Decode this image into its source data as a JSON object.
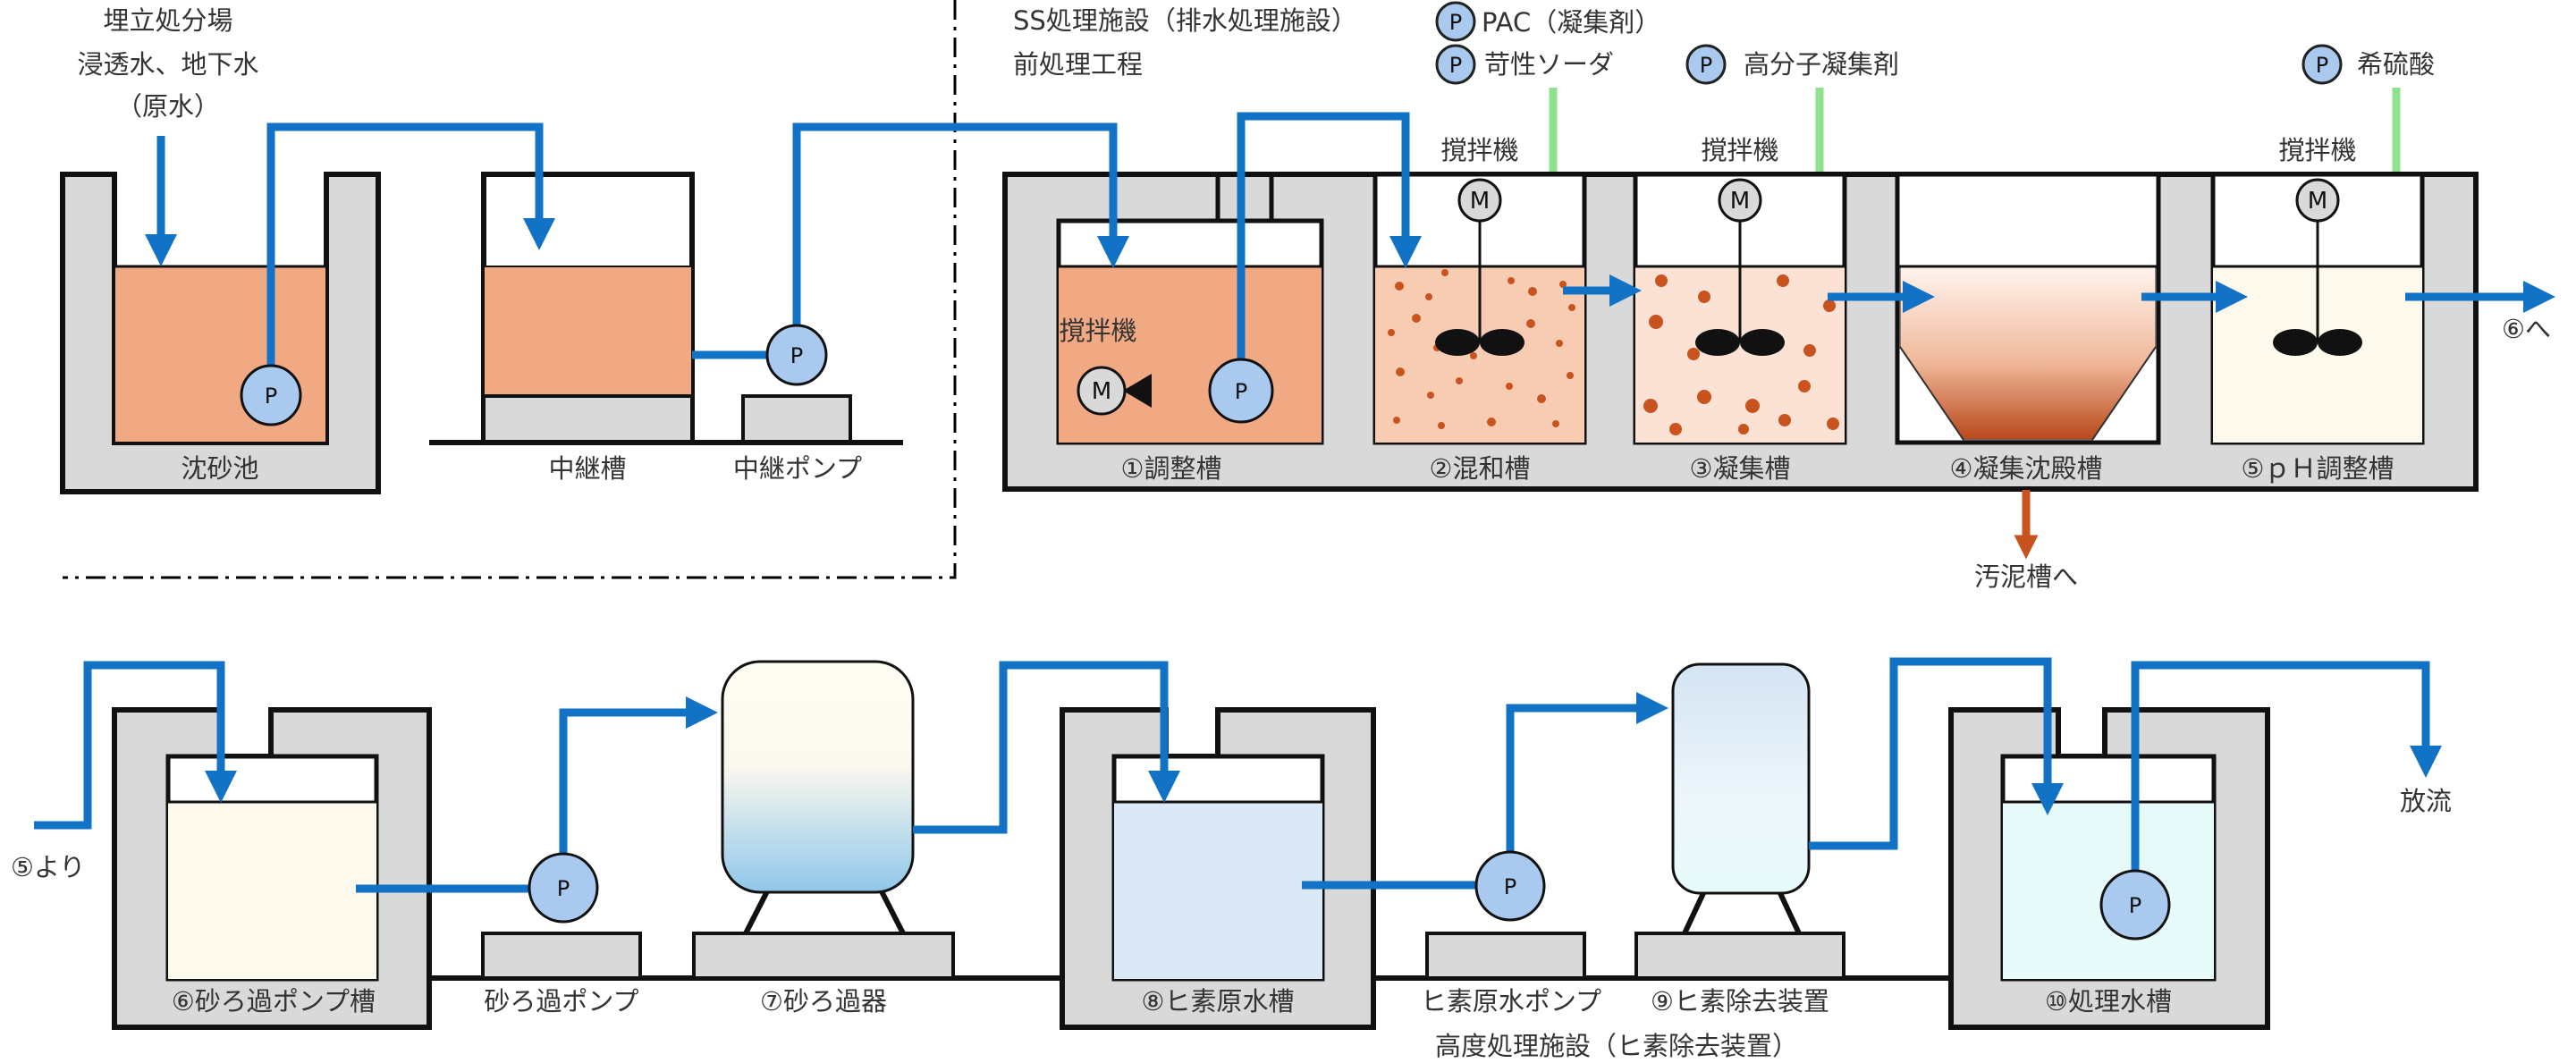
{
  "colors": {
    "pipe": "#1273c6",
    "chemical_arrow": "#8fe08f",
    "sludge_arrow": "#c8531f",
    "wall": "#d9d9d9",
    "water_raw": "#f1a983",
    "pump_fill": "#a9c9ef",
    "motor_fill": "#d9d9d9"
  },
  "header": {
    "landfill_line1": "埋立処分場",
    "landfill_line2": "浸透水、地下水",
    "landfill_line3": "（原水）",
    "ss_line1": "SS処理施設（排水処理施設）",
    "ss_line2": "前処理工程"
  },
  "chemicals": {
    "pac": "PAC（凝集剤）",
    "soda": "苛性ソーダ",
    "polymer": "高分子凝集剤",
    "acid": "希硫酸"
  },
  "symbols": {
    "pump": "P",
    "motor": "M",
    "mixer": "撹拌機"
  },
  "tanks": {
    "grit": "沈砂池",
    "relay": "中継槽",
    "relay_pump": "中継ポンプ",
    "t1": "①調整槽",
    "t2": "②混和槽",
    "t3": "③凝集槽",
    "t4": "④凝集沈殿槽",
    "t5": "⑤ｐＨ調整槽",
    "t6": "⑥砂ろ過ポンプ槽",
    "sand_pump": "砂ろ過ポンプ",
    "t7": "⑦砂ろ過器",
    "t8": "⑧ヒ素原水槽",
    "arsenic_pump": "ヒ素原水ポンプ",
    "t9": "⑨ヒ素除去装置",
    "t10": "⑩処理水槽"
  },
  "flow": {
    "to6": "⑥へ",
    "from5": "⑤より",
    "sludge": "汚泥槽へ",
    "discharge": "放流",
    "advanced": "高度処理施設（ヒ素除去装置）"
  }
}
